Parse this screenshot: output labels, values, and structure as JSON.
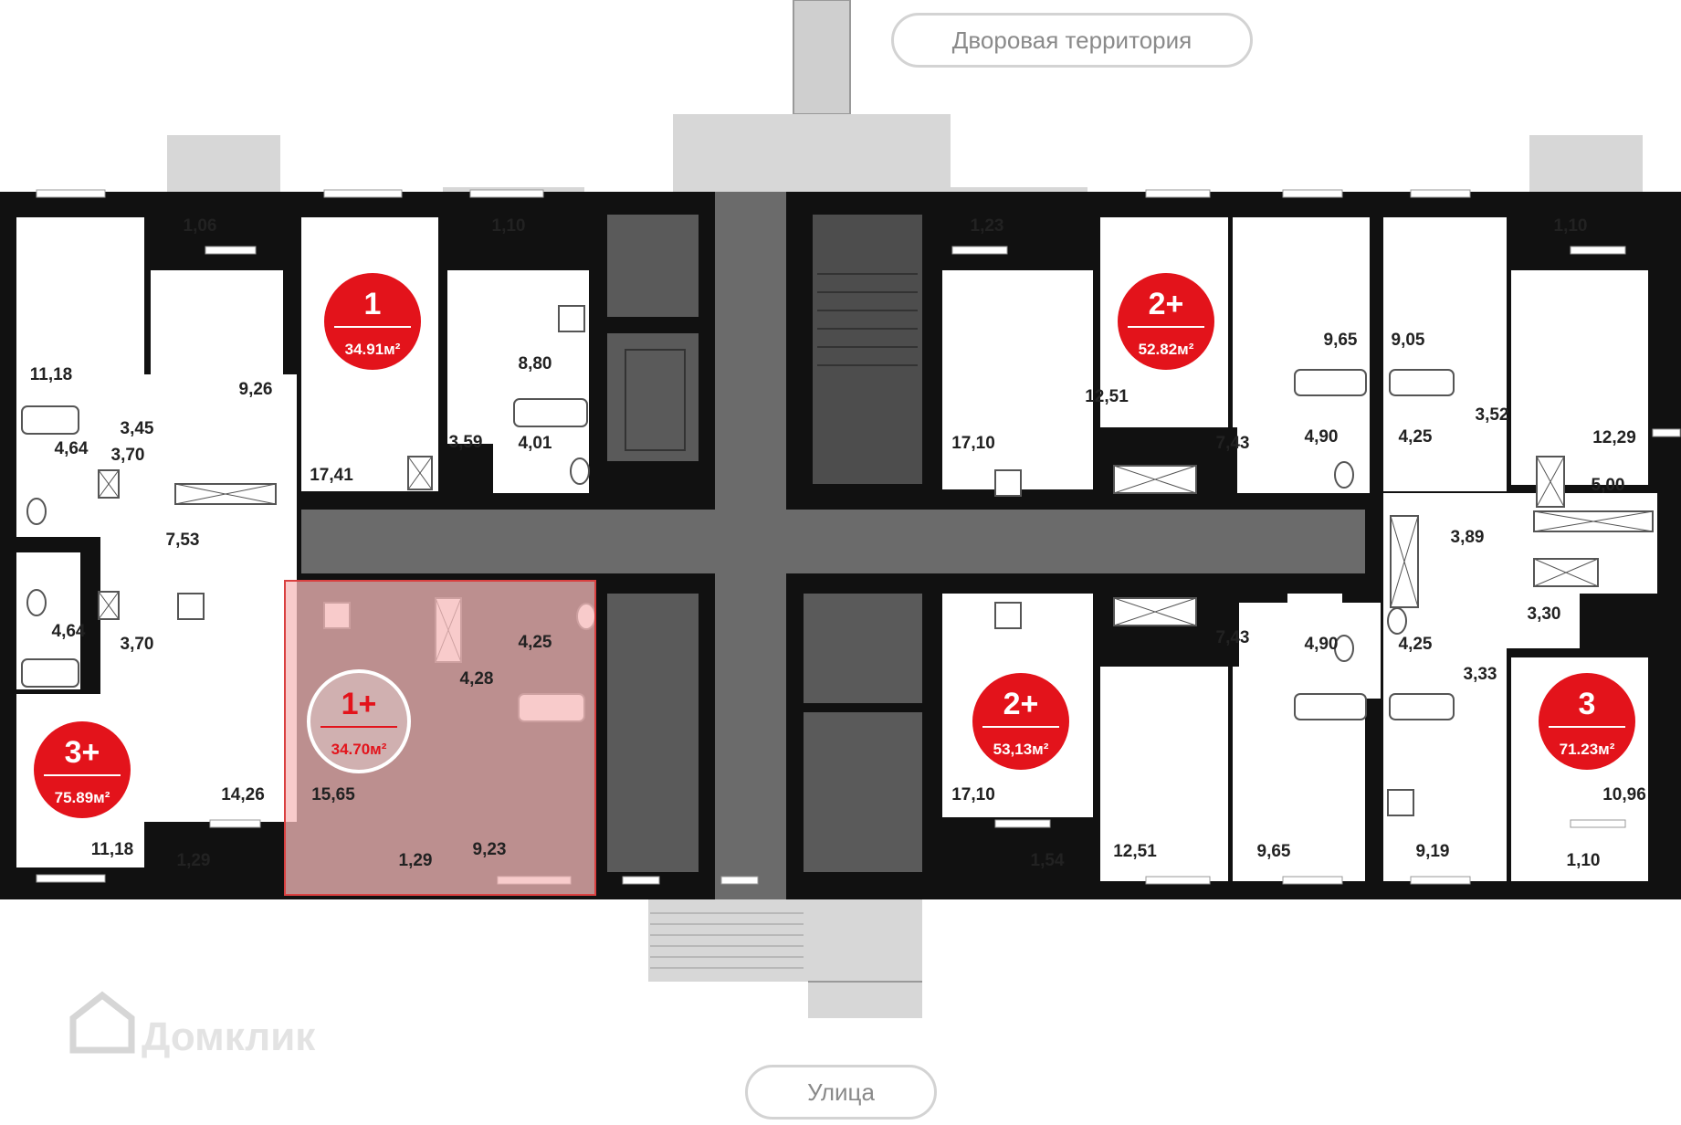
{
  "labels": {
    "courtyard": "Дворовая территория",
    "street": "Улица",
    "watermark": "Домклик"
  },
  "colors": {
    "wall": "#111111",
    "common_area": "#6b6b6b",
    "stair_block": "#5a5a5a",
    "balcony": "#d7d7d7",
    "badge": "#e3131b",
    "highlight_fill": "#f5b9b9",
    "highlight_border": "#d94040"
  },
  "apartments": [
    {
      "id": "apt-3plus-left",
      "rooms": "3+",
      "area": "75.89",
      "unit": "м²"
    },
    {
      "id": "apt-1-top",
      "rooms": "1",
      "area": "34.91",
      "unit": "м²"
    },
    {
      "id": "apt-1plus-selected",
      "rooms": "1+",
      "area": "34.70",
      "unit": "м²",
      "selected": true
    },
    {
      "id": "apt-2plus-top",
      "rooms": "2+",
      "area": "52.82",
      "unit": "м²"
    },
    {
      "id": "apt-2plus-bottom",
      "rooms": "2+",
      "area": "53,13",
      "unit": "м²"
    },
    {
      "id": "apt-3-right",
      "rooms": "3",
      "area": "71.23",
      "unit": "м²"
    }
  ],
  "room_areas": [
    "1,06",
    "1,10",
    "1,23",
    "1,10",
    "11,18",
    "9,26",
    "3,45",
    "4,64",
    "3,70",
    "7,53",
    "4,64",
    "3,70",
    "14,26",
    "11,18",
    "1,29",
    "8,80",
    "17,41",
    "3,59",
    "4,01",
    "15,65",
    "4,28",
    "4,25",
    "9,23",
    "1,29",
    "9,65",
    "9,05",
    "12,51",
    "17,10",
    "7,43",
    "4,90",
    "4,25",
    "3,52",
    "12,29",
    "5,00",
    "3,89",
    "7,43",
    "4,90",
    "4,25",
    "3,30",
    "3,33",
    "17,10",
    "12,51",
    "9,65",
    "9,19",
    "10,96",
    "1,54",
    "1,10"
  ]
}
